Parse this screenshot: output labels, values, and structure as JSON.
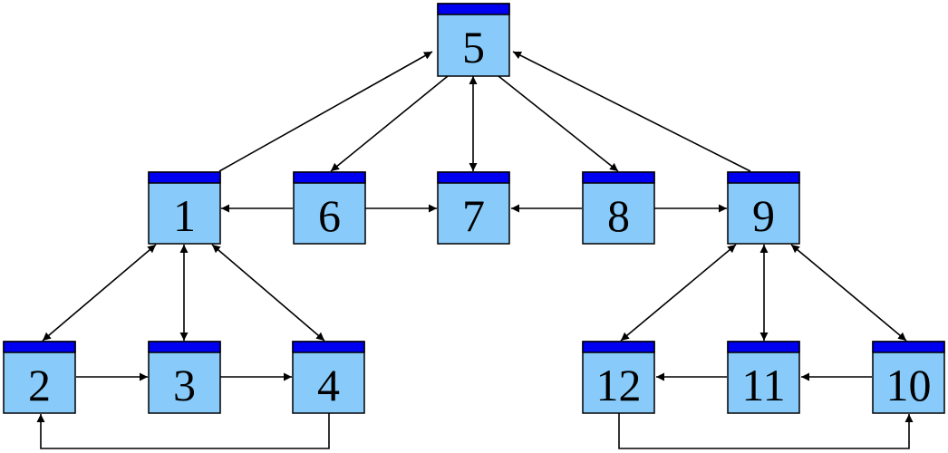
{
  "colors": {
    "node_fill": "#88cbfa",
    "node_header": "#0000f0",
    "node_border": "#000000",
    "edge": "#000000",
    "background": "#ffffff"
  },
  "nodes": [
    {
      "id": "n5",
      "label": "5"
    },
    {
      "id": "n1",
      "label": "1"
    },
    {
      "id": "n6",
      "label": "6"
    },
    {
      "id": "n7",
      "label": "7"
    },
    {
      "id": "n8",
      "label": "8"
    },
    {
      "id": "n9",
      "label": "9"
    },
    {
      "id": "n2",
      "label": "2"
    },
    {
      "id": "n3",
      "label": "3"
    },
    {
      "id": "n4",
      "label": "4"
    },
    {
      "id": "n12",
      "label": "12"
    },
    {
      "id": "n11",
      "label": "11"
    },
    {
      "id": "n10",
      "label": "10"
    }
  ],
  "edges": [
    {
      "from": "1",
      "to": "5",
      "direction": "forward"
    },
    {
      "from": "9",
      "to": "5",
      "direction": "forward"
    },
    {
      "from": "5",
      "to": "6",
      "direction": "forward"
    },
    {
      "from": "5",
      "to": "7",
      "direction": "both"
    },
    {
      "from": "5",
      "to": "8",
      "direction": "forward"
    },
    {
      "from": "6",
      "to": "1",
      "direction": "forward"
    },
    {
      "from": "6",
      "to": "7",
      "direction": "forward"
    },
    {
      "from": "8",
      "to": "7",
      "direction": "forward"
    },
    {
      "from": "8",
      "to": "9",
      "direction": "forward"
    },
    {
      "from": "1",
      "to": "2",
      "direction": "both"
    },
    {
      "from": "1",
      "to": "3",
      "direction": "both"
    },
    {
      "from": "1",
      "to": "4",
      "direction": "both"
    },
    {
      "from": "2",
      "to": "3",
      "direction": "forward"
    },
    {
      "from": "3",
      "to": "4",
      "direction": "forward"
    },
    {
      "from": "4",
      "to": "2",
      "direction": "forward"
    },
    {
      "from": "9",
      "to": "12",
      "direction": "both"
    },
    {
      "from": "9",
      "to": "11",
      "direction": "both"
    },
    {
      "from": "9",
      "to": "10",
      "direction": "both"
    },
    {
      "from": "10",
      "to": "11",
      "direction": "forward"
    },
    {
      "from": "11",
      "to": "12",
      "direction": "forward"
    },
    {
      "from": "12",
      "to": "10",
      "direction": "forward"
    }
  ]
}
